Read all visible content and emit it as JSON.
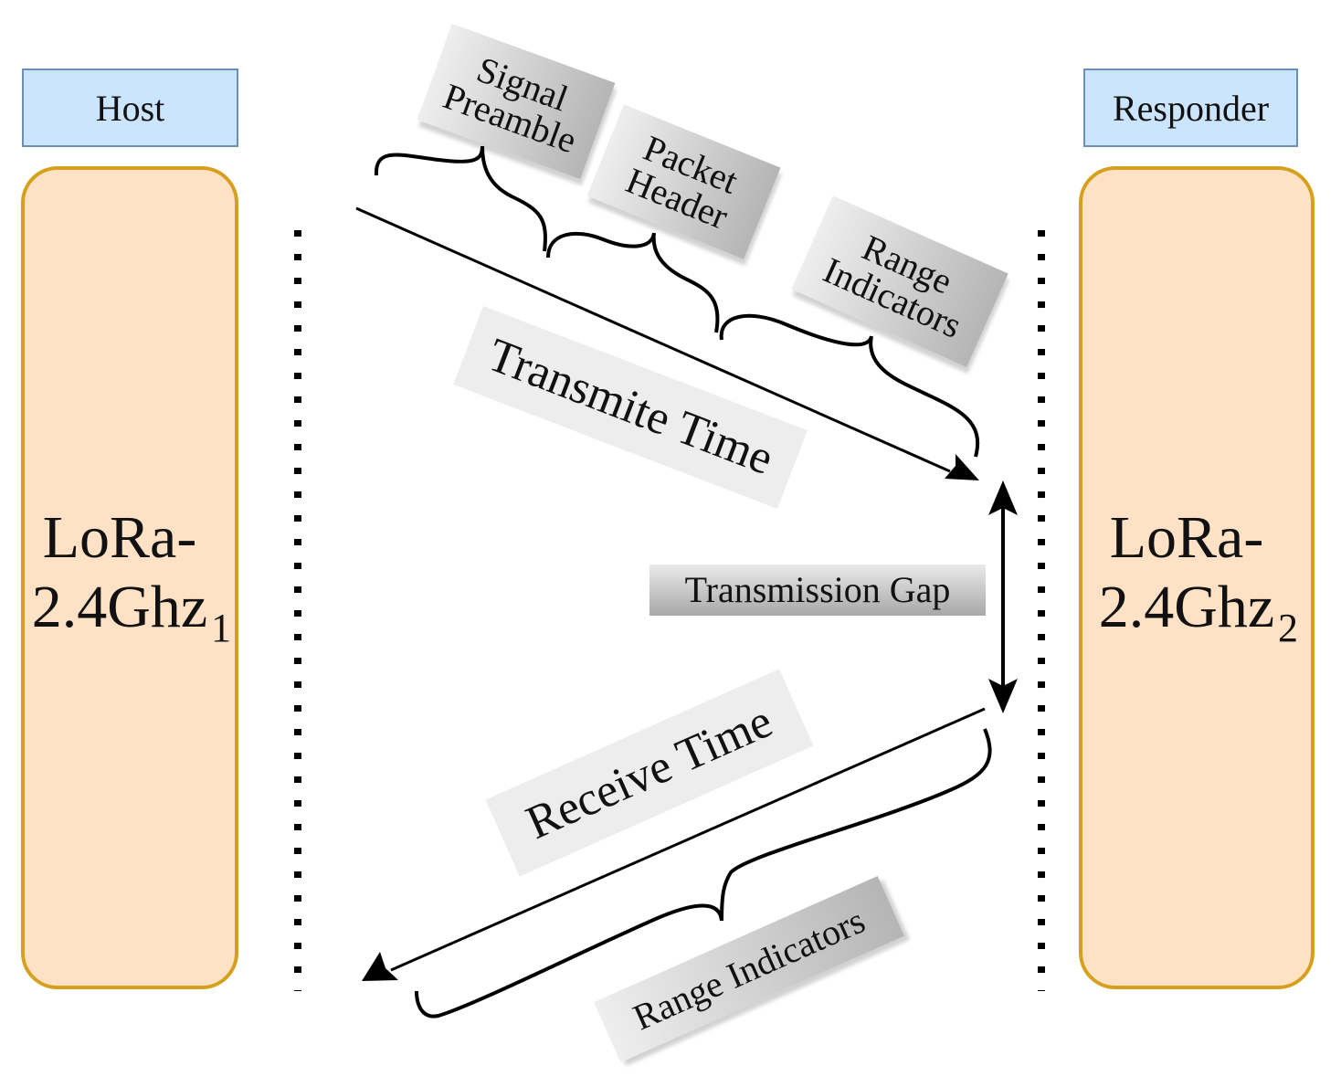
{
  "host": {
    "title": "Host",
    "device_name": "LoRa-2.4Ghz",
    "device_index": "1"
  },
  "responder": {
    "title": "Responder",
    "device_name": "LoRa-2.4Ghz",
    "device_index": "2"
  },
  "labels": {
    "signal_preamble_line1": "Signal",
    "signal_preamble_line2": "Preamble",
    "packet_header_line1": "Packet",
    "packet_header_line2": "Header",
    "range_indicators_top_line1": "Range",
    "range_indicators_top_line2": "Indicators",
    "transmit_time": "Transmite Time",
    "transmission_gap": "Transmission Gap",
    "receive_time": "Receive Time",
    "range_indicators_bottom": "Range Indicators"
  },
  "colors": {
    "title_fill": "#cce5ff",
    "title_border": "#6c8ebf",
    "device_fill": "#ffe2c6",
    "device_border": "#d6a01d",
    "line": "#000000"
  }
}
